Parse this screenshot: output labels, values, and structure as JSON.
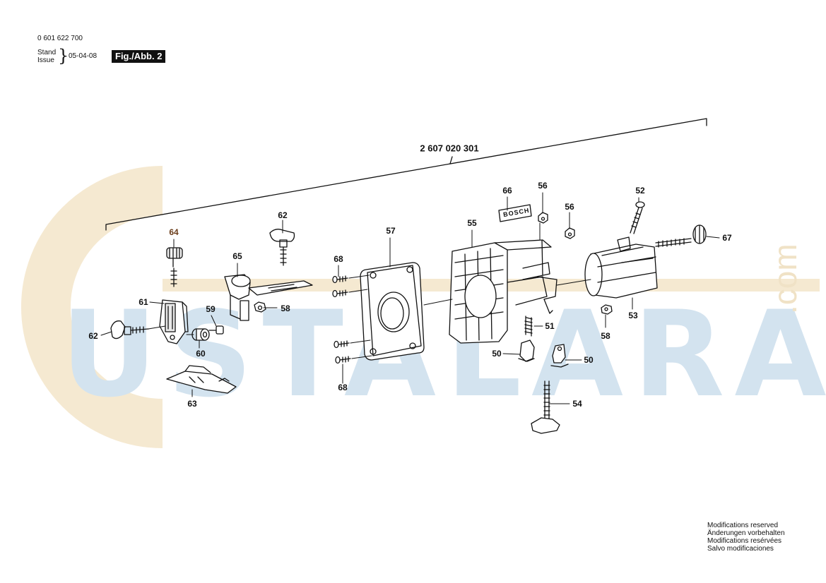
{
  "header": {
    "part_number": "0 601 622 700",
    "stand_label": "Stand",
    "issue_label": "Issue",
    "date": "05-04-08",
    "fig_label": "Fig./Abb. 2"
  },
  "assembly_number": "2 607 020 301",
  "watermark": {
    "text": "USTALARA",
    "domain": ".com"
  },
  "callouts": [
    {
      "id": "c64",
      "label": "64"
    },
    {
      "id": "c61",
      "label": "61"
    },
    {
      "id": "c62a",
      "label": "62"
    },
    {
      "id": "c60",
      "label": "60"
    },
    {
      "id": "c59",
      "label": "59"
    },
    {
      "id": "c63",
      "label": "63"
    },
    {
      "id": "c65",
      "label": "65"
    },
    {
      "id": "c62b",
      "label": "62"
    },
    {
      "id": "c58a",
      "label": "58"
    },
    {
      "id": "c57",
      "label": "57"
    },
    {
      "id": "c68a",
      "label": "68"
    },
    {
      "id": "c68b",
      "label": "68"
    },
    {
      "id": "c55",
      "label": "55"
    },
    {
      "id": "c66",
      "label": "66"
    },
    {
      "id": "c56a",
      "label": "56"
    },
    {
      "id": "c56b",
      "label": "56"
    },
    {
      "id": "c51",
      "label": "51"
    },
    {
      "id": "c50a",
      "label": "50"
    },
    {
      "id": "c50b",
      "label": "50"
    },
    {
      "id": "c54",
      "label": "54"
    },
    {
      "id": "c52",
      "label": "52"
    },
    {
      "id": "c67",
      "label": "67"
    },
    {
      "id": "c53",
      "label": "53"
    },
    {
      "id": "c58b",
      "label": "58"
    }
  ],
  "plate_lettering": "BOSCH",
  "modifications": [
    "Modifications reserved",
    "Änderungen vorbehalten",
    "Modifications resérvées",
    "Salvo modificaciones"
  ],
  "colors": {
    "watermark_blue": "#d3e3ef",
    "watermark_orange": "#f3e4c6",
    "callout_brown": "#6b3d1a",
    "ink": "#111111"
  }
}
